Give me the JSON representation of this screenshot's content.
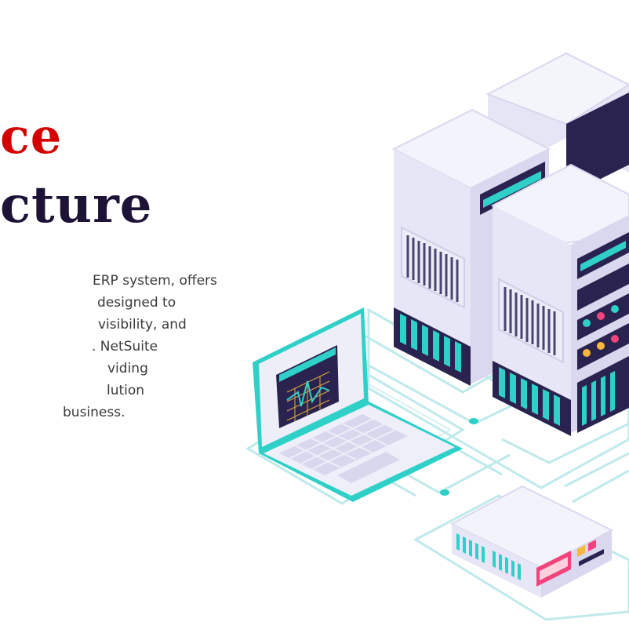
{
  "heading": {
    "line1": "ce",
    "line2": "cture"
  },
  "body_lines": [
    "ERP system, offers",
    "designed to",
    "visibility, and",
    ". NetSuite",
    "viding",
    "lution",
    "business."
  ],
  "colors": {
    "heading_accent": "#d40000",
    "heading_dark": "#1d1336",
    "server_body": "#e9e9f6",
    "teal": "#2fd0c8",
    "navy": "#2a2350",
    "pink": "#f0457c",
    "yellow": "#f6b73c"
  }
}
